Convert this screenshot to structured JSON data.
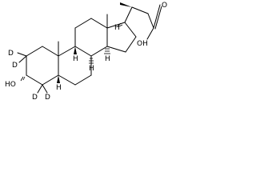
{
  "atoms": {
    "d_c2a": "D",
    "d_c2b": "D",
    "d_c4a": "D",
    "d_c4b": "D",
    "ho_c3": "HO",
    "h_c5": "H",
    "h_c8": "H",
    "h_c9": "H",
    "h_c14": "H",
    "h_c17": "H",
    "cooh_o": "O",
    "cooh_oh": "OH"
  },
  "colors": {
    "ink": "#000000",
    "background": "#ffffff"
  }
}
